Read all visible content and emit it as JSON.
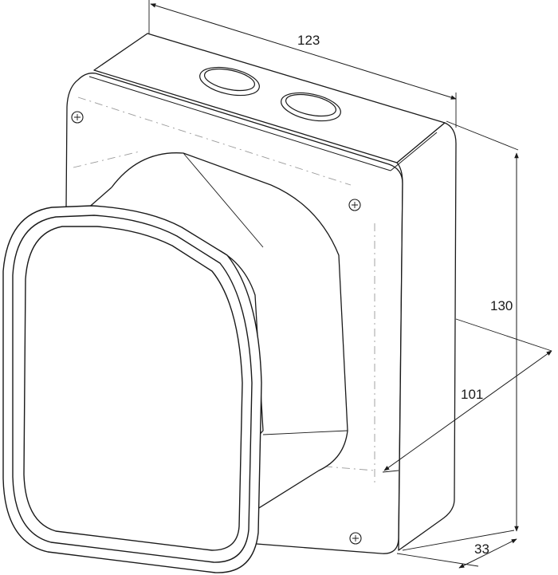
{
  "dimensions": {
    "width": "123",
    "height": "130",
    "depth": "101",
    "horn_depth": "33"
  },
  "colors": {
    "line": "#1a1a1a",
    "hidden_line": "#9a9a9a",
    "background": "#ffffff"
  }
}
